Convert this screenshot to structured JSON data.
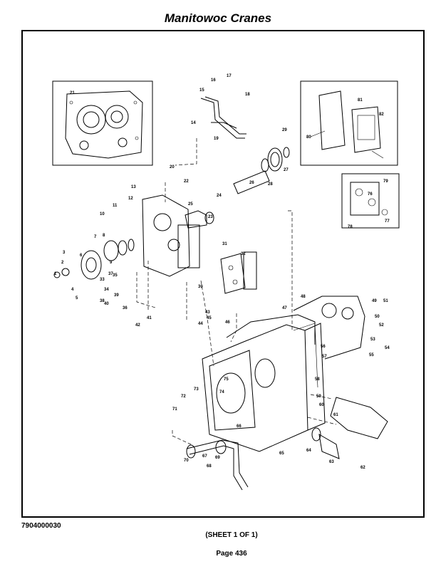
{
  "header": {
    "title": "Manitowoc Cranes"
  },
  "footer": {
    "doc_number": "7904000030",
    "sheet": "(SHEET 1 OF 1)",
    "page": "Page 436"
  },
  "callouts": [
    "1",
    "2",
    "3",
    "4",
    "5",
    "6",
    "7",
    "8",
    "9",
    "10",
    "11",
    "12",
    "13",
    "14",
    "15",
    "16",
    "17",
    "18",
    "19",
    "20",
    "21",
    "22",
    "23",
    "24",
    "25",
    "26",
    "27",
    "28",
    "29",
    "30",
    "31",
    "32",
    "33",
    "34",
    "35",
    "36",
    "37",
    "38",
    "39",
    "40",
    "41",
    "42",
    "43",
    "44",
    "45",
    "46",
    "47",
    "48",
    "49",
    "50",
    "51",
    "52",
    "53",
    "54",
    "55",
    "56",
    "57",
    "58",
    "59",
    "60",
    "61",
    "62",
    "63",
    "64",
    "65",
    "66",
    "67",
    "68",
    "69",
    "70",
    "71",
    "72",
    "73",
    "74",
    "75",
    "76",
    "77",
    "78",
    "79",
    "80",
    "81",
    "82"
  ]
}
